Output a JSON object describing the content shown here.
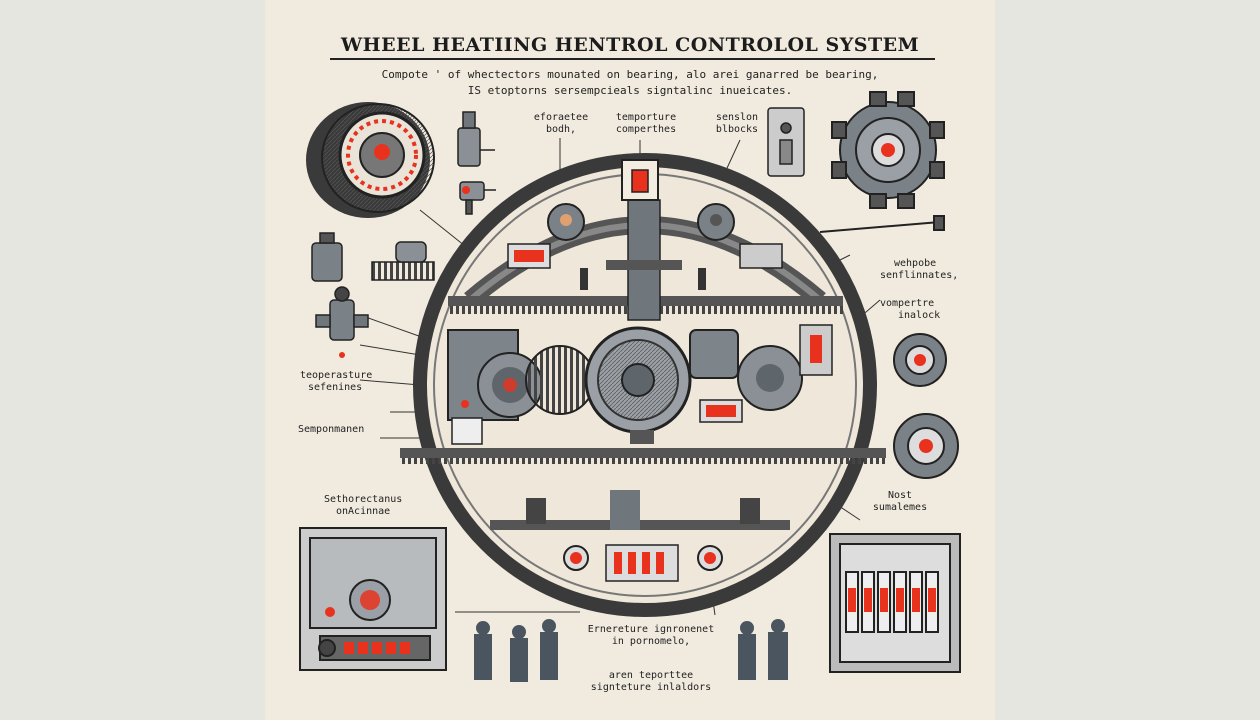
{
  "title": "WHEEL HEATIING HENTROL  CONTROLOL SYSTEM",
  "subtitle_line1": "Compote ' of whectectors mounated on bearing,  alo arei ganarred be bearing,",
  "subtitle_line2": "IS etoptorns sersempcieals signtalinc inueicates.",
  "labels": {
    "top_left_a": "eforaetee",
    "top_left_b": "bodh,",
    "top_mid_a": "temporture",
    "top_mid_b": "comperthes",
    "top_right_a": "senslon",
    "top_right_b": "blbocks",
    "right_1_a": "wehpobe",
    "right_1_b": "senflinnates,",
    "right_2_a": "vompertre",
    "right_2_b": "inalock",
    "left_1_a": "teoperasture",
    "left_1_b": "sefenines",
    "left_2": "Semponmanen",
    "left_3_a": "Sethorectanus",
    "left_3_b": "onAcinnae",
    "right_3_a": "Nost",
    "right_3_b": "sumalemes",
    "bottom_1_a": "Ernereture ignronenet",
    "bottom_1_b": "in pornomelo,",
    "bottom_2_a": "aren teporttee",
    "bottom_2_b": "signteture inlaldors"
  },
  "colors": {
    "paper": "#f1ebdf",
    "ink": "#2a2a2a",
    "steel": "#6f767c",
    "accent": "#e8321e"
  }
}
